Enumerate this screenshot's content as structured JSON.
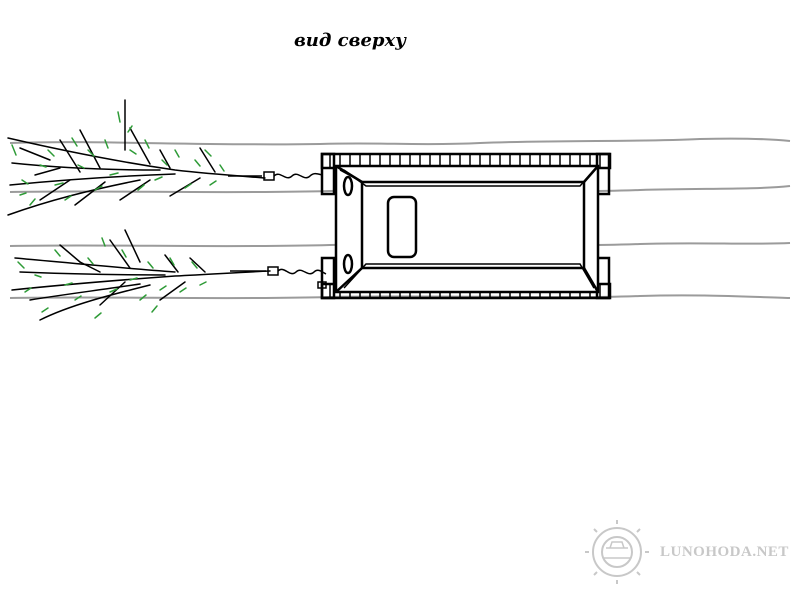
{
  "title": "вид сверху",
  "watermark": {
    "text": "LUNOHODA.NET",
    "color": "#c8c8c8"
  },
  "colors": {
    "ink": "#000000",
    "track_lines": "#9b9b9b",
    "foliage": "#2e9b37",
    "background": "#ffffff"
  },
  "icons": [
    "tracked-vehicle-top-view",
    "tree-branch",
    "chain-icon",
    "gear-logo-icon"
  ]
}
